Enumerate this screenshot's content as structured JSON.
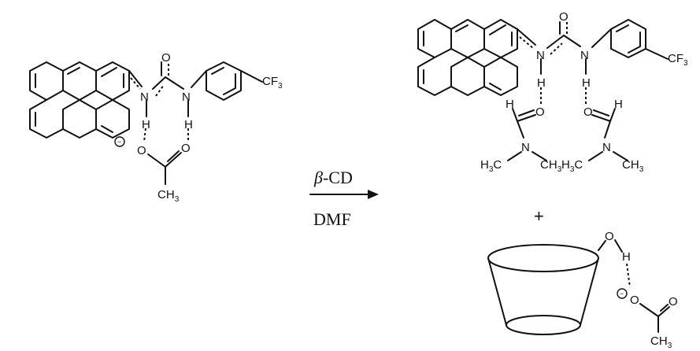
{
  "atoms": {
    "N": "N",
    "O": "O",
    "H": "H",
    "CF": "CF",
    "three": "3",
    "C": "C",
    "minus": "−"
  },
  "reaction": {
    "reagent_symbol": "β",
    "reagent_rest": "-CD",
    "solvent": "DMF",
    "plus": "+"
  }
}
